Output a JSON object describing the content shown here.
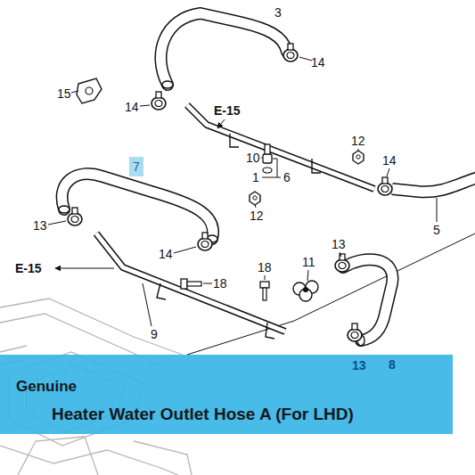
{
  "diagram": {
    "nodes": [
      {
        "text": [
          "7"
        ]
      },
      {
        "text": [
          "Genuine",
          "Heater Water Outlet Hose A (For LHD)"
        ]
      }
    ],
    "labels": [
      "3",
      "14",
      "15",
      "14",
      "E-15",
      "12",
      "10",
      "14",
      "1",
      "6",
      "12",
      "13",
      "5",
      "13",
      "14",
      "11",
      "E-15",
      "18",
      "18",
      "9",
      "13",
      "8"
    ]
  }
}
